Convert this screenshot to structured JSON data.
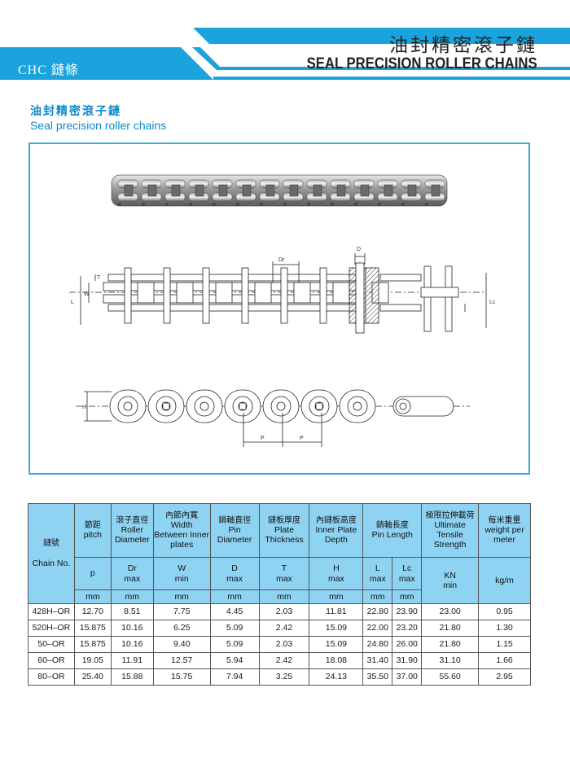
{
  "header": {
    "brand": "CHC 鏈條",
    "title_cn": "油封精密滾子鏈",
    "title_en": "SEAL PRECISION ROLLER CHAINS"
  },
  "section": {
    "title_cn": "油封精密滾子鏈",
    "title_en": "Seal precision roller chains"
  },
  "drawing": {
    "labels": {
      "dr": "Dr",
      "d": "D",
      "t": "T",
      "w": "W",
      "l": "L",
      "lc": "Lc",
      "h": "H",
      "p": "P"
    }
  },
  "table": {
    "columns": {
      "chain": {
        "cn": "鏈號",
        "en": "Chain No."
      },
      "pitch": {
        "cn": "節距",
        "en": "pitch",
        "sym": "p",
        "unit": "mm"
      },
      "roller": {
        "cn": "滾子直徑",
        "en": "Roller Diameter",
        "sym": "Dr",
        "lim": "max",
        "unit": "mm"
      },
      "width": {
        "cn": "內節內寬",
        "en": "Width Between Inner plates",
        "sym": "W",
        "lim": "min",
        "unit": "mm"
      },
      "pin": {
        "cn": "銷軸直徑",
        "en": "Pin Diameter",
        "sym": "D",
        "lim": "max",
        "unit": "mm"
      },
      "plate": {
        "cn": "鏈板厚度",
        "en": "Plate Thickness",
        "sym": "T",
        "lim": "max",
        "unit": "mm"
      },
      "depth": {
        "cn": "內鏈板高度",
        "en": "Inner Plate Depth",
        "sym": "H",
        "lim": "max",
        "unit": "mm"
      },
      "length": {
        "cn": "銷軸長度",
        "en": "Pin Length",
        "sym_l": "L",
        "lim_l": "max",
        "sym_lc": "Lc",
        "lim_lc": "max",
        "unit": "mm"
      },
      "tensile": {
        "cn": "極限拉伸載荷",
        "en": "Ultimate Tensile Strength",
        "sym": "KN",
        "lim": "min"
      },
      "weight": {
        "cn": "每米重量",
        "en": "weight per meter",
        "sym": "kg/m"
      }
    },
    "rows": [
      {
        "chain": "428H–OR",
        "p": "12.70",
        "dr": "8.51",
        "w": "7.75",
        "d": "4.45",
        "t": "2.03",
        "h": "11.81",
        "l": "22.80",
        "lc": "23.90",
        "kn": "23.00",
        "kg": "0.95"
      },
      {
        "chain": "520H–OR",
        "p": "15.875",
        "dr": "10.16",
        "w": "6.25",
        "d": "5.09",
        "t": "2.42",
        "h": "15.09",
        "l": "22.00",
        "lc": "23.20",
        "kn": "21.80",
        "kg": "1.30"
      },
      {
        "chain": "50–OR",
        "p": "15.875",
        "dr": "10.16",
        "w": "9.40",
        "d": "5.09",
        "t": "2.03",
        "h": "15.09",
        "l": "24.80",
        "lc": "26.00",
        "kn": "21.80",
        "kg": "1.15"
      },
      {
        "chain": "60–OR",
        "p": "19.05",
        "dr": "11.91",
        "w": "12.57",
        "d": "5.94",
        "t": "2.42",
        "h": "18.08",
        "l": "31.40",
        "lc": "31.90",
        "kn": "31.10",
        "kg": "1.66"
      },
      {
        "chain": "80–OR",
        "p": "25.40",
        "dr": "15.88",
        "w": "15.75",
        "d": "7.94",
        "t": "3.25",
        "h": "24.13",
        "l": "35.50",
        "lc": "37.00",
        "kn": "55.60",
        "kg": "2.95"
      }
    ]
  },
  "colors": {
    "accent": "#1aa3dc",
    "header_fill": "#1aa3dc",
    "table_header": "#8fd3f2",
    "frame": "#3ea9da"
  }
}
